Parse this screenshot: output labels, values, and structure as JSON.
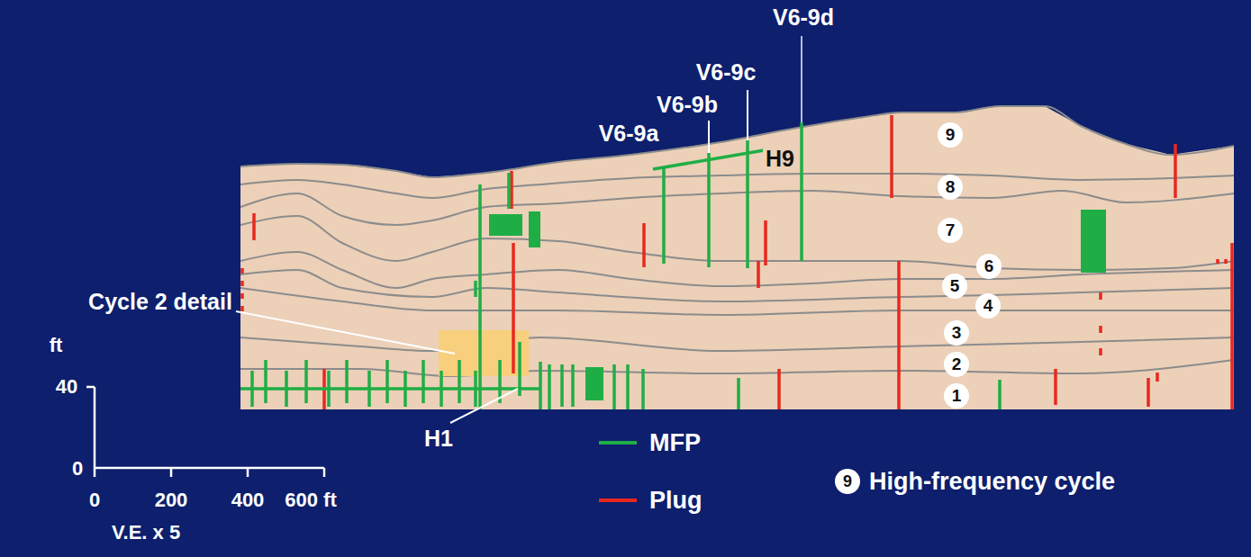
{
  "diagram": {
    "nodes": [
      {
        "text": [
          "9"
        ]
      },
      {
        "text": [
          "8"
        ]
      },
      {
        "text": [
          "7"
        ]
      },
      {
        "text": [
          "6"
        ]
      },
      {
        "text": [
          "5"
        ]
      },
      {
        "text": [
          "4"
        ]
      },
      {
        "text": [
          "3"
        ]
      },
      {
        "text": [
          "2"
        ]
      },
      {
        "text": [
          "1"
        ]
      }
    ],
    "labels": [
      "V6-9d",
      "V6-9c",
      "V6-9b",
      "V6-9a",
      "H9",
      "Cycle 2 detail",
      "H1",
      "ft",
      "40",
      "0",
      "0",
      "200",
      "400",
      "600 ft",
      "V.E. x 5",
      "9"
    ],
    "legend": [
      {
        "text": "MFP"
      },
      {
        "text": "Plug"
      },
      {
        "text": "High-frequency cycle"
      }
    ]
  }
}
